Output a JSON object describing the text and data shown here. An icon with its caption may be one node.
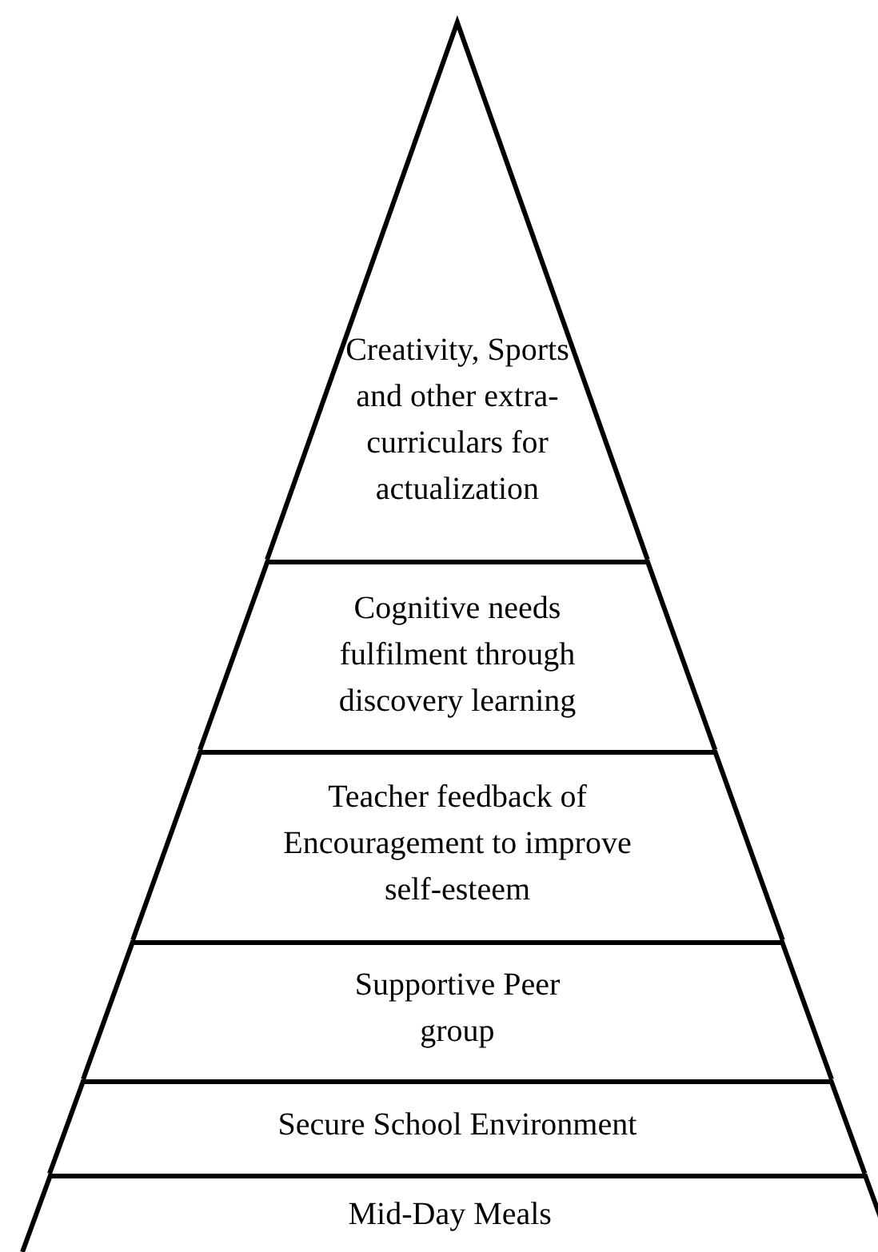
{
  "diagram": {
    "nodes": [
      {
        "text": [
          "Creativity, Sports and other extra-curriculars for actualization"
        ]
      },
      {
        "text": [
          "Cognitive needs fulfilment through discovery learning"
        ]
      },
      {
        "text": [
          "Teacher feedback of Encouragement to improve self-esteem"
        ]
      },
      {
        "text": [
          "Supportive Peer group"
        ]
      },
      {
        "text": [
          "Secure School Environment"
        ]
      },
      {
        "text": [
          "Mid-Day Meals"
        ]
      }
    ]
  }
}
